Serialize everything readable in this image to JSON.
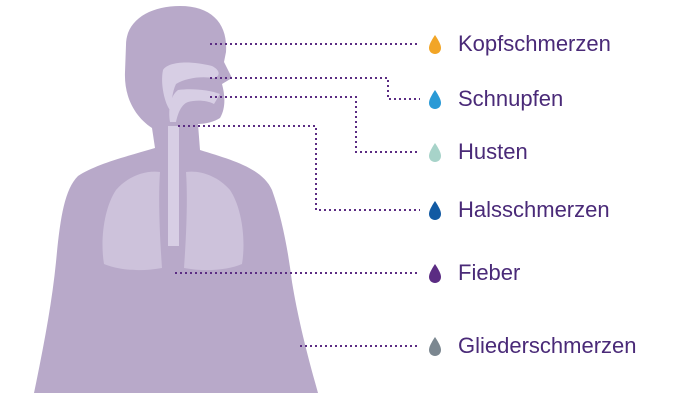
{
  "symptoms": [
    {
      "label": "Kopfschmerzen",
      "drop_color": "#f2a526"
    },
    {
      "label": "Schnupfen",
      "drop_color": "#2a9ad6"
    },
    {
      "label": "Husten",
      "drop_color": "#a7d3c9"
    },
    {
      "label": "Halsschmerzen",
      "drop_color": "#125aa3"
    },
    {
      "label": "Fieber",
      "drop_color": "#5b2c83"
    },
    {
      "label": "Gliederschmerzen",
      "drop_color": "#7b8790"
    }
  ],
  "colors": {
    "body": "#b8a9c9",
    "lungs": "#cdc2db",
    "airway": "#d7cee4",
    "leader_line": "#5b2c83",
    "label_text": "#4a2a78"
  }
}
